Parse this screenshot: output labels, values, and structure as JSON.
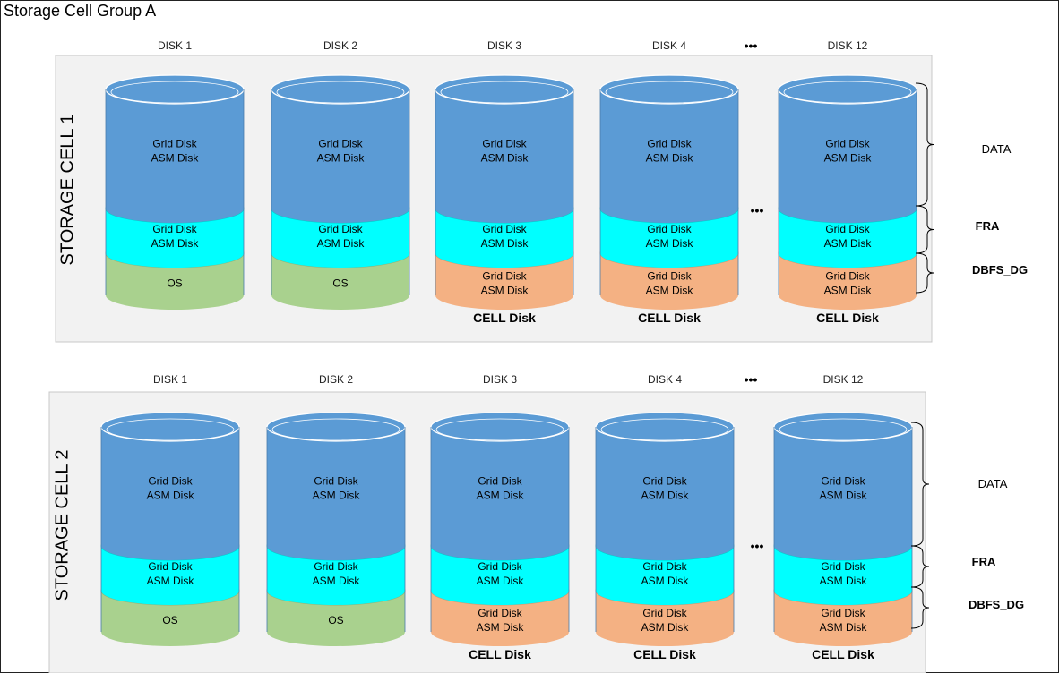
{
  "group_title": "Storage Cell Group A",
  "ellipsis": "•••",
  "layers": {
    "grid_line1": "Grid Disk",
    "grid_line2": "ASM Disk",
    "os": "OS",
    "cell_disk": "CELL Disk"
  },
  "bracket_labels": {
    "data": "DATA",
    "fra": "FRA",
    "dbfs": "DBFS_DG"
  },
  "colors": {
    "data": "#5b9bd5",
    "fra": "#00ffff",
    "os": "#a9d18e",
    "dbfs": "#f4b183",
    "panel": "#f2f2f2"
  },
  "cells": [
    {
      "name": "STORAGE CELL 1",
      "disks": [
        {
          "label": "DISK 1",
          "bottom": "os"
        },
        {
          "label": "DISK 2",
          "bottom": "os"
        },
        {
          "label": "DISK 3",
          "bottom": "grid"
        },
        {
          "label": "DISK 4",
          "bottom": "grid"
        },
        {
          "label": "DISK 12",
          "bottom": "grid"
        }
      ]
    },
    {
      "name": "STORAGE CELL 2",
      "disks": [
        {
          "label": "DISK 1",
          "bottom": "os"
        },
        {
          "label": "DISK 2",
          "bottom": "os"
        },
        {
          "label": "DISK 3",
          "bottom": "grid"
        },
        {
          "label": "DISK 4",
          "bottom": "grid"
        },
        {
          "label": "DISK 12",
          "bottom": "grid"
        }
      ]
    }
  ]
}
